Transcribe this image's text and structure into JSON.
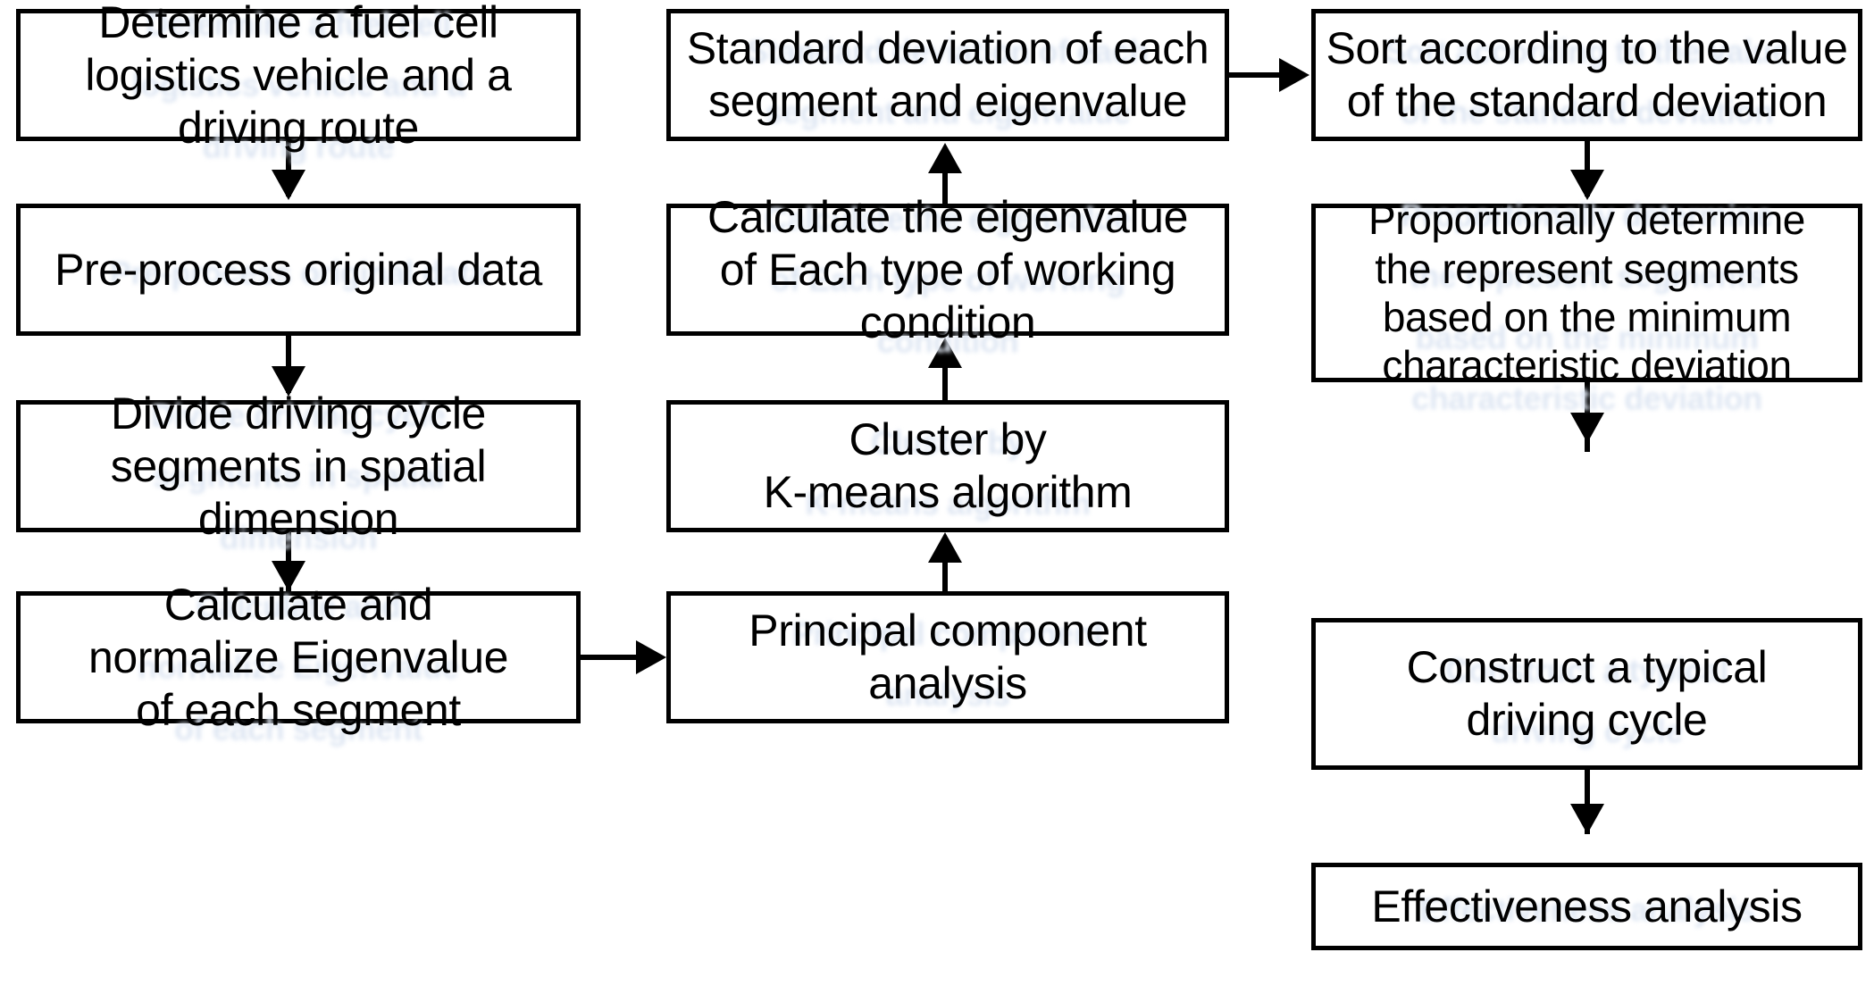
{
  "diagram": {
    "title": "Typical driving cycle construction flowchart",
    "stroke_color": "#000000",
    "box_fill_color": "#ffffff",
    "ghost_text_color": "#dfe7f3",
    "columns": [
      {
        "name": "data-preparation-column",
        "nodes": [
          {
            "id": "n1",
            "label": "Determine a fuel cell\nlogistics vehicle and a\ndriving route"
          },
          {
            "id": "n2",
            "label": "Pre-process original data"
          },
          {
            "id": "n3",
            "label": "Divide driving cycle\nsegments in spatial\ndimension"
          },
          {
            "id": "n4",
            "label": "Calculate and\nnormalize Eigenvalue\nof each segment"
          }
        ]
      },
      {
        "name": "analysis-column",
        "nodes": [
          {
            "id": "n5",
            "label": "Standard deviation of each\nsegment and eigenvalue"
          },
          {
            "id": "n6",
            "label": "Calculate the eigenvalue\nof Each type of working\ncondition"
          },
          {
            "id": "n7",
            "label": "Cluster by\nK-means algorithm"
          },
          {
            "id": "n8",
            "label": "Principal component\nanalysis"
          }
        ]
      },
      {
        "name": "construction-column",
        "nodes": [
          {
            "id": "n9",
            "label": "Sort according to the value\nof the standard deviation"
          },
          {
            "id": "n10",
            "label": "Proportionally determine\nthe represent segments\nbased on the minimum\ncharacteristic deviation"
          },
          {
            "id": "n11",
            "label": "Construct a typical\ndriving cycle"
          },
          {
            "id": "n12",
            "label": "Effectiveness analysis"
          }
        ]
      }
    ],
    "edges": [
      {
        "id": "e1",
        "from": "n1",
        "to": "n2",
        "direction": "down"
      },
      {
        "id": "e2",
        "from": "n2",
        "to": "n3",
        "direction": "down"
      },
      {
        "id": "e3",
        "from": "n3",
        "to": "n4",
        "direction": "down"
      },
      {
        "id": "e4",
        "from": "n4",
        "to": "n8",
        "direction": "right"
      },
      {
        "id": "e5",
        "from": "n8",
        "to": "n7",
        "direction": "up"
      },
      {
        "id": "e6",
        "from": "n7",
        "to": "n6",
        "direction": "up"
      },
      {
        "id": "e7",
        "from": "n6",
        "to": "n5",
        "direction": "up"
      },
      {
        "id": "e8",
        "from": "n5",
        "to": "n9",
        "direction": "right"
      },
      {
        "id": "e9",
        "from": "n9",
        "to": "n10",
        "direction": "down"
      },
      {
        "id": "e10",
        "from": "n10",
        "to": "n11",
        "direction": "down"
      },
      {
        "id": "e11",
        "from": "n11",
        "to": "n12",
        "direction": "down"
      }
    ]
  }
}
